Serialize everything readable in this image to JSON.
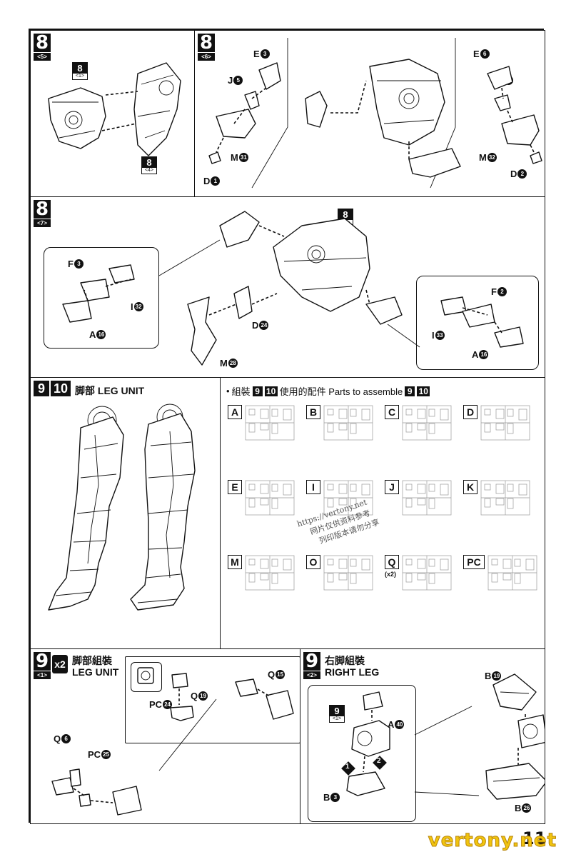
{
  "steps": {
    "s8_5": {
      "num": "8",
      "sub": "<5>",
      "sub_ref_top": {
        "num": "8",
        "sub": "<1>"
      },
      "sub_ref_bottom": {
        "num": "8",
        "sub": "<4>"
      }
    },
    "s8_6": {
      "num": "8",
      "sub": "<6>",
      "labels": {
        "e_left": "E",
        "e_left_n": "3",
        "j_left": "J",
        "j_left_n": "5",
        "m_left": "M",
        "m_left_n": "31",
        "d_left": "D",
        "d_left_n": "1",
        "e_right": "E",
        "e_right_n": "6",
        "j_right": "J",
        "j_right_n": "4",
        "m_right": "M",
        "m_right_n": "32",
        "d_right": "D",
        "d_right_n": "2"
      }
    },
    "s8_7": {
      "num": "8",
      "sub": "<7>",
      "sub_ref": {
        "num": "8",
        "sub": "<6>"
      },
      "labels": {
        "f_left": "F",
        "f_left_n": "3",
        "i_left": "I",
        "i_left_n": "32",
        "a_left": "A",
        "a_left_n": "16",
        "d_mid": "D",
        "d_mid_n": "24",
        "m_mid": "M",
        "m_mid_n": "28",
        "f_right": "F",
        "f_right_n": "2",
        "i_right": "I",
        "i_right_n": "33",
        "a_right": "A",
        "a_right_n": "16"
      }
    },
    "s9_10": {
      "num_a": "9",
      "num_b": "10",
      "title": "脚部 LEG UNIT"
    },
    "parts": {
      "bullet": "•",
      "prefix": "組裝",
      "n1": "9",
      "n2": "10",
      "middle": "使用的配件 Parts to assemble",
      "n3": "9",
      "n4": "10",
      "runners": [
        {
          "label": "A",
          "qty": ""
        },
        {
          "label": "B",
          "qty": ""
        },
        {
          "label": "C",
          "qty": ""
        },
        {
          "label": "D",
          "qty": ""
        },
        {
          "label": "E",
          "qty": ""
        },
        {
          "label": "I",
          "qty": ""
        },
        {
          "label": "J",
          "qty": ""
        },
        {
          "label": "K",
          "qty": ""
        },
        {
          "label": "M",
          "qty": ""
        },
        {
          "label": "O",
          "qty": ""
        },
        {
          "label": "Q",
          "qty": "(x2)"
        },
        {
          "label": "PC",
          "qty": ""
        }
      ]
    },
    "s9_1": {
      "num": "9",
      "sub": "<1>",
      "mult": "x2",
      "title_cn": "脚部組裝",
      "title_en": "LEG UNIT",
      "labels": {
        "pc_top": "PC",
        "pc_top_n": "24",
        "q_top": "Q",
        "q_top_n": "19",
        "q_right": "Q",
        "q_right_n": "15",
        "q_left": "Q",
        "q_left_n": "6",
        "pc_mid": "PC",
        "pc_mid_n": "25"
      }
    },
    "s9_2": {
      "num": "9",
      "sub": "<2>",
      "title_cn": "右脚組裝",
      "title_en": "RIGHT LEG",
      "sub_ref": {
        "num": "9",
        "sub": "<1>"
      },
      "labels": {
        "b_top": "B",
        "b_top_n": "19",
        "a": "A",
        "a_n": "40",
        "b_left": "B",
        "b_left_n": "3",
        "b_right": "B",
        "b_right_n": "26",
        "order1": "1",
        "order2": "2"
      }
    }
  },
  "watermark": {
    "line1": "https://vertony.net",
    "line2": "网片仅供资料参考",
    "line3": "列印版本请勿分享"
  },
  "footer": {
    "page": "11",
    "brand": "vertony.net"
  }
}
